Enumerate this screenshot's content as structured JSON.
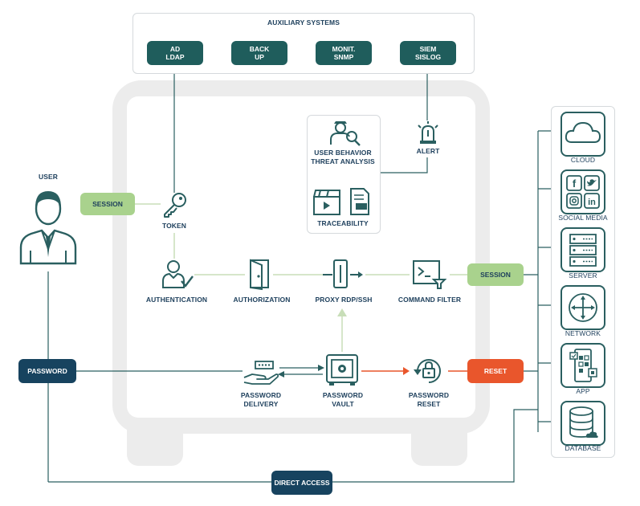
{
  "auxiliary": {
    "title": "AUXILIARY SYSTEMS",
    "items": [
      "AD\nLDAP",
      "BACK\nUP",
      "MONIT.\nSNMP",
      "SIEM\nSISLOG"
    ]
  },
  "user": {
    "label": "USER"
  },
  "pills": {
    "session_left": "SESSION",
    "session_right": "SESSION",
    "password": "PASSWORD",
    "reset": "RESET",
    "direct_access": "DIRECT ACCESS"
  },
  "nodes": {
    "token": "TOKEN",
    "authentication": "AUTHENTICATION",
    "authorization": "AUTHORIZATION",
    "proxy": "PROXY RDP/SSH",
    "command_filter": "COMMAND FILTER",
    "user_behavior": "USER BEHAVIOR\nTHREAT ANALYSIS",
    "alert": "ALERT",
    "traceability": "TRACEABILITY",
    "password_delivery": "PASSWORD\nDELIVERY",
    "password_vault": "PASSWORD\nVAULT",
    "password_reset": "PASSWORD\nRESET"
  },
  "targets": [
    "CLOUD",
    "SOCIAL MEDIA",
    "SERVER",
    "NETWORK",
    "APP",
    "DATABASE"
  ],
  "colors": {
    "teal": "#1f5d5c",
    "navy": "#17435f",
    "green": "#a9d28d",
    "orange": "#e9562c",
    "line": "#2a5f60",
    "light_line": "#c8deb8",
    "vault_bg": "#ececec"
  }
}
